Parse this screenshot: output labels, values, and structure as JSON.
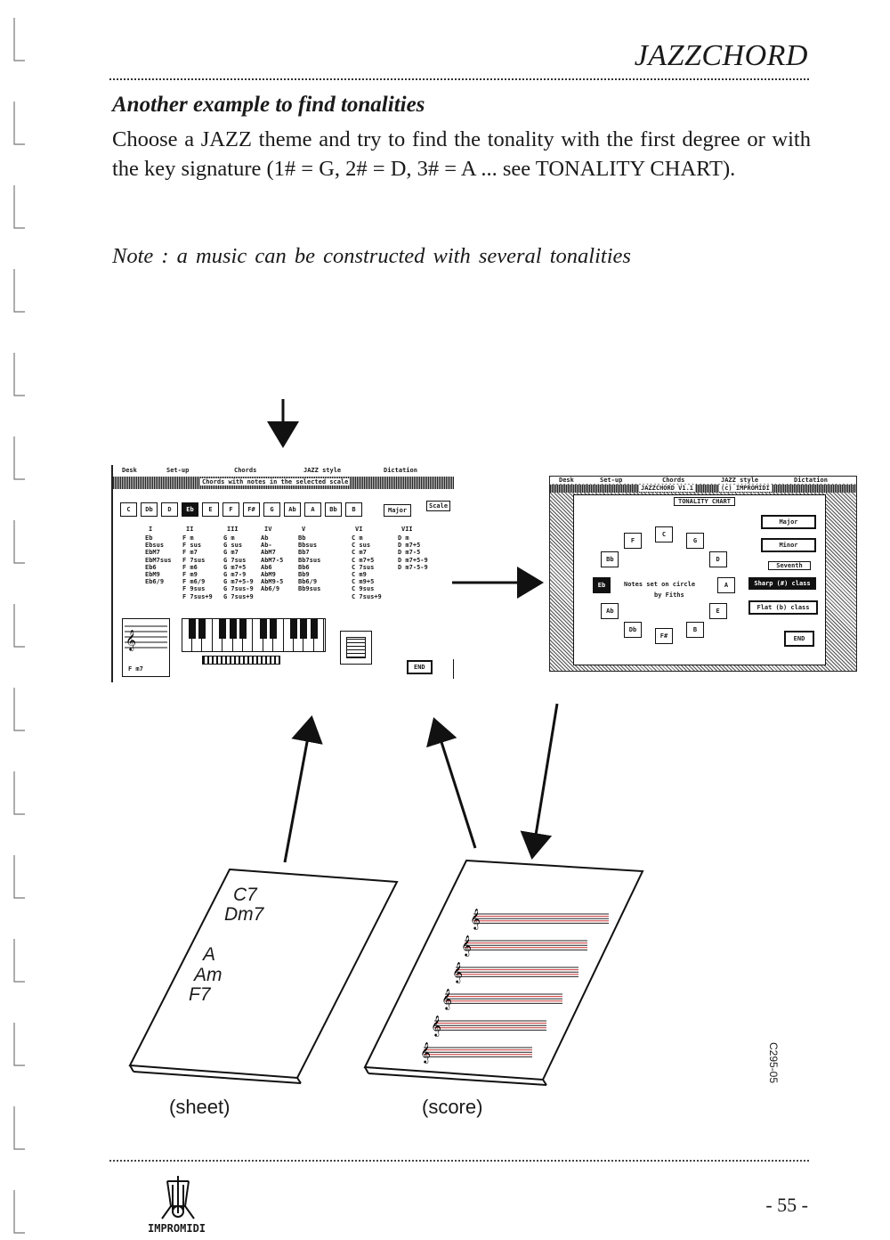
{
  "header": {
    "title": "JAZZCHORD"
  },
  "section": {
    "subtitle": "Another example to find tonalities",
    "body": "Choose a JAZZ theme and try to find the tonality with the first degree or with the key signature (1# = G, 2# = D, 3# = A ... see TONALITY CHART).",
    "note": "Note : a music can be constructed with several tonalities"
  },
  "screen_left": {
    "menu": [
      "Desk",
      "Set-up",
      "Chords",
      "JAZZ style",
      "Dictation"
    ],
    "status": "Chords with notes in the selected scale",
    "keys": [
      "C",
      "Db",
      "D",
      "Eb",
      "E",
      "F",
      "F#",
      "G",
      "Ab",
      "A",
      "Bb",
      "B"
    ],
    "mode": "Major",
    "scale": "Scale",
    "degrees": [
      "I",
      "II",
      "III",
      "IV",
      "V",
      "VI",
      "VII"
    ],
    "col1": [
      "Eb",
      "Ebsus",
      "EbM7",
      "EbM7sus",
      "Eb6",
      "EbM9",
      "Eb6/9"
    ],
    "col2": [
      "F m",
      "F sus",
      "F m7",
      "F 7sus",
      "F m6",
      "F m9",
      "F m6/9",
      "F 9sus",
      "F 7sus+9"
    ],
    "col3": [
      "G m",
      "G sus",
      "G m7",
      "G 7sus",
      "G m7+5",
      "G m7-9",
      "G m7+5-9",
      "G 7sus-9",
      "G 7sus+9"
    ],
    "col4": [
      "Ab",
      "Ab-",
      "AbM7",
      "AbM7-5",
      "Ab6",
      "AbM9",
      "AbM9-5",
      "Ab6/9"
    ],
    "col5": [
      "Bb",
      "Bbsus",
      "Bb7",
      "Bb7sus",
      "Bb6",
      "Bb9",
      "Bb6/9",
      "Bb9sus"
    ],
    "col6": [
      "C m",
      "C sus",
      "C m7",
      "C m7+5",
      "C 7sus",
      "C m9",
      "C m9+5",
      "C 9sus",
      "C 7sus+9"
    ],
    "col7": [
      "D m",
      "D m7+5",
      "D m7-5",
      "D m7+5-9",
      "D m7-5-9"
    ],
    "staff_chord": "F m7",
    "end": "END"
  },
  "screen_right": {
    "menu": [
      "Desk",
      "Set-up",
      "Chords",
      "JAZZ style",
      "Dictation"
    ],
    "title": "JAZZCHORD V1.1",
    "copyright": "(c) IMPROMIDI",
    "chart": "TONALITY CHART",
    "circle": [
      "C",
      "G",
      "D",
      "A",
      "E",
      "B",
      "F#",
      "Db",
      "Ab",
      "Eb",
      "Bb",
      "F"
    ],
    "center_line1": "Notes set on circle",
    "center_line2": "by Fiths",
    "buttons": [
      "Major",
      "Minor",
      "Seventh",
      "Sharp (#) class",
      "Flat (b) class"
    ],
    "end": "END"
  },
  "sheet": {
    "chords": [
      "C7",
      "Dm7",
      "A",
      "Am",
      "F7"
    ],
    "caption": "(sheet)"
  },
  "score": {
    "caption": "(score)"
  },
  "footer": {
    "page": "- 55 -",
    "logo": "IMPROMIDI",
    "code": "C295-05"
  }
}
